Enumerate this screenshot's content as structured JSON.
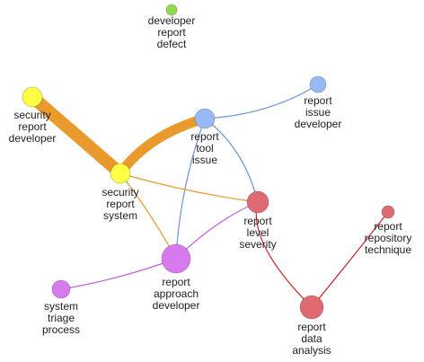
{
  "graph": {
    "nodes": [
      {
        "id": "developer-report-defect",
        "lines": [
          "developer",
          "report",
          "defect"
        ],
        "color": "#8edc4b"
      },
      {
        "id": "security-report-developer",
        "lines": [
          "security",
          "report",
          "developer"
        ],
        "color": "#ffff44"
      },
      {
        "id": "report-tool-issue",
        "lines": [
          "report",
          "tool",
          "issue"
        ],
        "color": "#98b9f5"
      },
      {
        "id": "report-issue-developer",
        "lines": [
          "report",
          "issue",
          "developer"
        ],
        "color": "#98b9f5"
      },
      {
        "id": "security-report-system",
        "lines": [
          "security",
          "report",
          "system"
        ],
        "color": "#ffff44"
      },
      {
        "id": "report-level-severity",
        "lines": [
          "report",
          "level",
          "severity"
        ],
        "color": "#e06a72"
      },
      {
        "id": "report-repository-technique",
        "lines": [
          "report",
          "repository",
          "technique"
        ],
        "color": "#e06a72"
      },
      {
        "id": "report-approach-developer",
        "lines": [
          "report",
          "approach",
          "developer"
        ],
        "color": "#d77aee"
      },
      {
        "id": "system-triage-process",
        "lines": [
          "system",
          "triage",
          "process"
        ],
        "color": "#d77aee"
      },
      {
        "id": "report-data-analysis",
        "lines": [
          "report",
          "data",
          "analysis"
        ],
        "color": "#e06a72"
      }
    ],
    "edges": [
      {
        "id": "security-report-developer--security-report-system",
        "color": "#e89a2c"
      },
      {
        "id": "security-report-system--report-tool-issue",
        "color": "#e89a2c"
      },
      {
        "id": "report-tool-issue--report-issue-developer",
        "color": "#6f93d8"
      },
      {
        "id": "report-tool-issue--report-level-severity",
        "color": "#6f93d8"
      },
      {
        "id": "report-tool-issue--report-approach-developer",
        "color": "#6f93d8"
      },
      {
        "id": "security-report-system--report-level-severity",
        "color": "#e89a2c"
      },
      {
        "id": "security-report-system--report-approach-developer",
        "color": "#e89a2c"
      },
      {
        "id": "report-approach-developer--report-level-severity",
        "color": "#c45fd9"
      },
      {
        "id": "report-approach-developer--system-triage-process",
        "color": "#c45fd9"
      },
      {
        "id": "report-level-severity--report-data-analysis",
        "color": "#c8242f"
      },
      {
        "id": "report-data-analysis--report-repository-technique",
        "color": "#c8242f"
      }
    ]
  }
}
